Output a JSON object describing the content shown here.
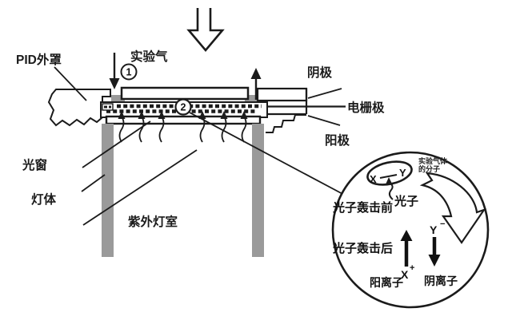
{
  "figure": {
    "type": "schematic-diagram",
    "subject": "PID sensor structure with photoionization inset",
    "colors": {
      "stroke": "#1b1b1b",
      "gray": "#9a9a9a",
      "background": "#ffffff"
    }
  },
  "labels": {
    "pid_housing": "PID外罩",
    "sample_gas": "实验气",
    "cathode": "阴极",
    "grid_electrode": "电栅极",
    "anode": "阳极",
    "light_window": "光窗",
    "lamp_body": "灯体",
    "uv_lamp_chamber": "紫外灯室"
  },
  "markers": {
    "inlet": "1",
    "ionization": "2"
  },
  "inset": {
    "molecule_atom_left": "X",
    "molecule_atom_right": "Y",
    "molecule_caption_line1": "实验气体",
    "molecule_caption_line2": "的分子",
    "photon": "光子",
    "before_label": "光子轰击前",
    "after_label": "光子轰击后",
    "cation_symbol": "X",
    "cation_charge": "+",
    "cation_label": "阳离子",
    "anion_symbol": "Y",
    "anion_charge": "−",
    "anion_label": "阴离子"
  }
}
